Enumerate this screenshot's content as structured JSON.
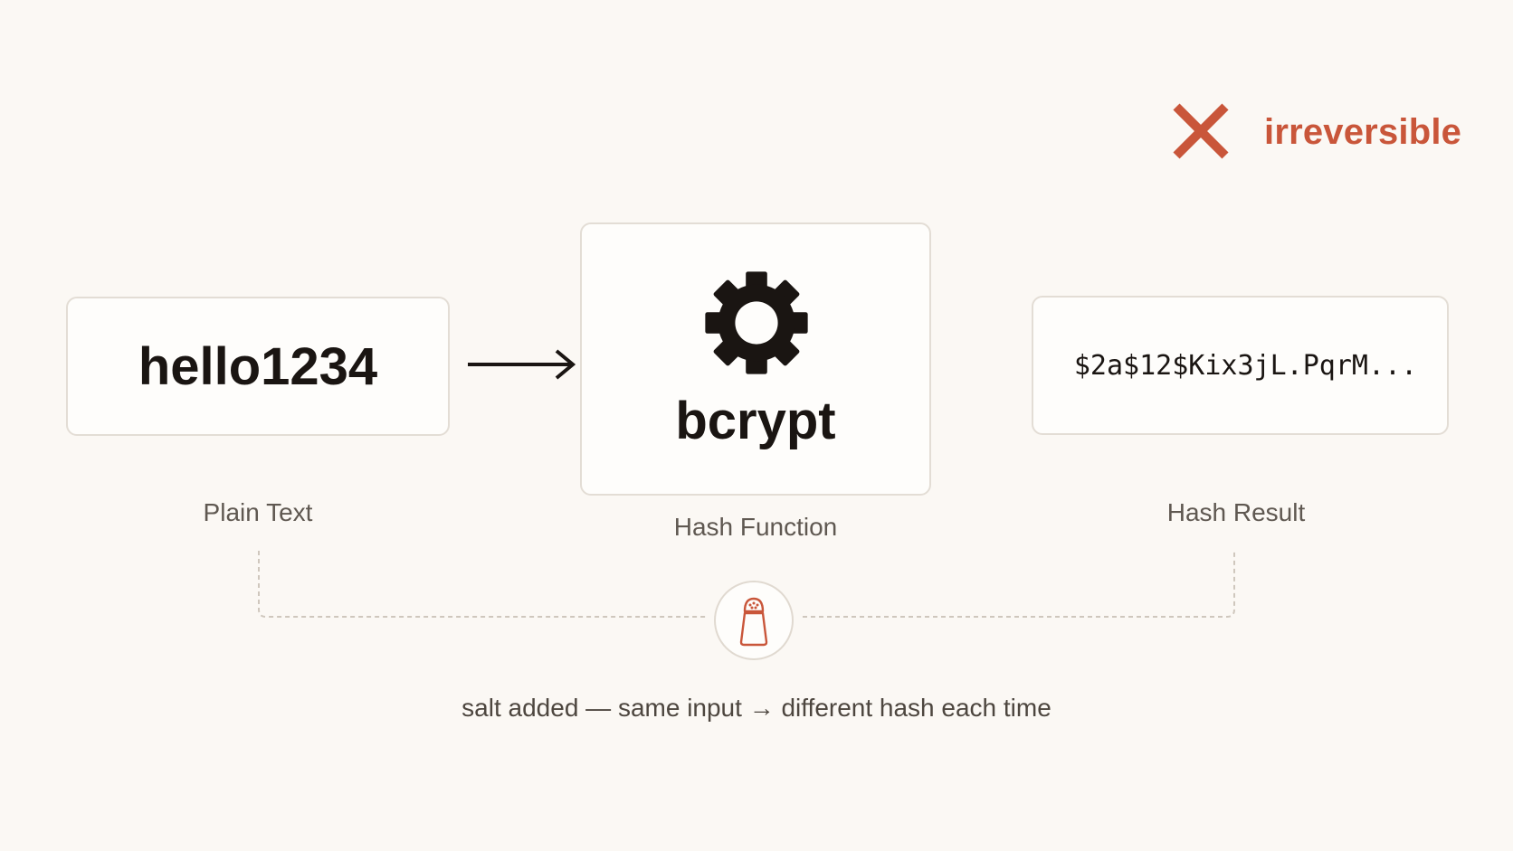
{
  "irreversible": {
    "label": "irreversible",
    "icon": "x-icon",
    "color": "#c9563a"
  },
  "plain_text": {
    "value": "hello1234",
    "caption": "Plain Text"
  },
  "hash_function": {
    "name": "bcrypt",
    "icon": "gear-icon",
    "caption": "Hash Function"
  },
  "hash_result": {
    "value": "$2a$12$Kix3jL.PqrM...",
    "caption": "Hash Result"
  },
  "salt": {
    "icon": "salt-shaker-icon",
    "caption": "salt added — same input → different hash each time"
  },
  "colors": {
    "background": "#fbf8f4",
    "accent": "#c9563a",
    "text": "#1a1512",
    "muted": "#5f5851",
    "border": "#e3ddd5"
  }
}
